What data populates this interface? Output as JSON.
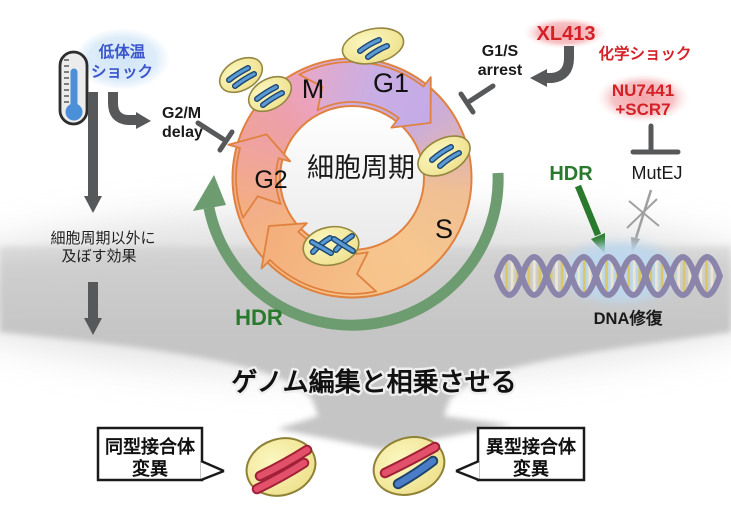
{
  "diagram": {
    "left": {
      "hypothermia_shock": [
        "低体温",
        "ショック"
      ],
      "g2m_delay": [
        "G2/M",
        "delay"
      ],
      "off_cycle_effect": [
        "細胞周期以外に",
        "及ぼす効果"
      ]
    },
    "cycle": {
      "center_label": "細胞周期",
      "phase_m": "M",
      "phase_g1": "G1",
      "phase_g2": "G2",
      "phase_s": "S",
      "hdr_arc": "HDR"
    },
    "right": {
      "g1s_arrest": [
        "G1/S",
        "arrest"
      ],
      "xl413": "XL413",
      "chemical_shock": "化学ショック",
      "nu7441": "NU7441",
      "scr7": "+SCR7",
      "hdr": "HDR",
      "mutej": "MutEJ",
      "dna_repair": "DNA修復"
    },
    "bottom": {
      "synergy": "ゲノム編集と相乗させる",
      "homozygous": [
        "同型接合体",
        "変異"
      ],
      "heterozygous": [
        "異型接合体",
        "変異"
      ]
    }
  },
  "colors": {
    "accent_red": "#d42127",
    "accent_blue": "#3a55cc",
    "hdr_green": "#2a7a2e",
    "arc_green": "#6d9c70",
    "arrow_gray": "#57585a",
    "ring_outline_orange": "#e0823f",
    "phase_g1_lavender": "#c9aee4",
    "phase_s_orange": "#f5bc80",
    "phase_g2_salmon": "#f0a88b",
    "cell_yellow": "#f5efa3",
    "chromosome_blue": "#5b9bd5",
    "chromosome_red": "#e2506a",
    "dna_strand_purple": "#8b85ab",
    "dna_glow_blue": "#bdd8ef"
  }
}
